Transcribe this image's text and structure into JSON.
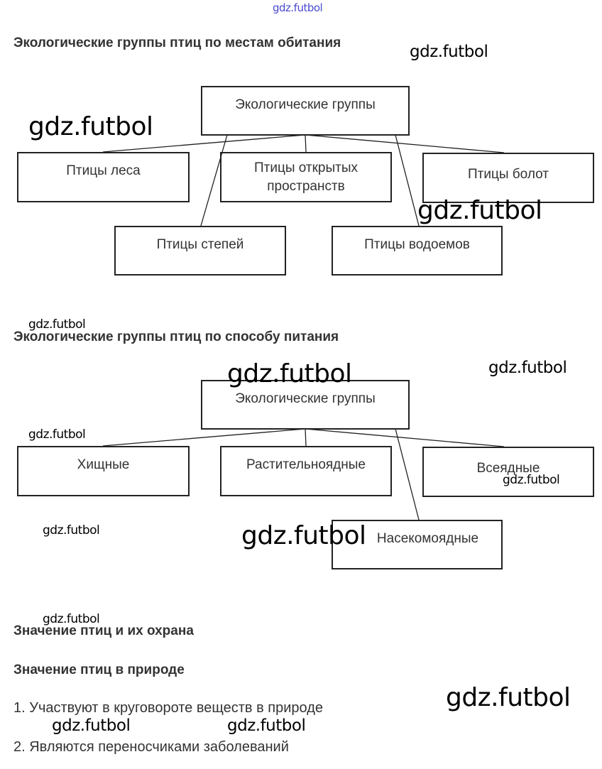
{
  "section1": {
    "title": "Экологические группы птиц по местам обитания",
    "root": "Экологические группы",
    "nodes": [
      "Птицы леса",
      "Птицы открытых пространств",
      "Птицы болот",
      "Птицы степей",
      "Птицы водоемов"
    ]
  },
  "section2": {
    "title": "Экологические группы птиц по способу питания",
    "root": "Экологические группы",
    "nodes": [
      "Хищные",
      "Растительноядные",
      "Всеядные",
      "Насекомоядные"
    ]
  },
  "section3": {
    "title": "Значение птиц и их охрана",
    "subtitle": "Значение птиц в природе",
    "items": [
      "1. Участвуют в круговороте веществ в природе",
      "2. Являются переносчиками заболеваний"
    ]
  },
  "watermarks": [
    "gdz.futbol",
    "gdz.futbol",
    "gdz.futbol",
    "gdz.futbol",
    "gdz.futbol",
    "gdz.futbol",
    "gdz.futbol",
    "gdz.futbol",
    "gdz.futbol",
    "gdz.futbol",
    "gdz.futbol",
    "gdz.futbol",
    "gdz.futbol",
    "gdz.futbol",
    "gdz.futbol"
  ]
}
